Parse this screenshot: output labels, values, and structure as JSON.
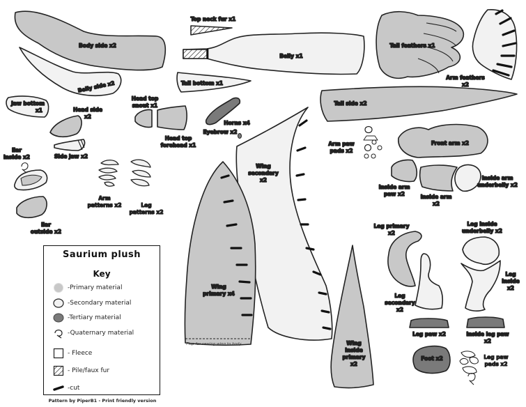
{
  "title": "Saurium plush",
  "key": {
    "heading": "Key",
    "items": [
      {
        "label": "-Primary material",
        "swatch": "primary"
      },
      {
        "label": "-Secondary material",
        "swatch": "secondary"
      },
      {
        "label": "-Tertiary material",
        "swatch": "tertiary"
      },
      {
        "label": "-Quaternary material",
        "swatch": "quaternary"
      },
      {
        "label": "- Fleece",
        "swatch": "fleece"
      },
      {
        "label": "- Pile/faux fur",
        "swatch": "pile"
      },
      {
        "label": "-cut",
        "swatch": "cut"
      }
    ]
  },
  "credit": "Pattern by PiperB1 - Print friendly version",
  "colors": {
    "primary": "#c8c8c8",
    "secondary": "#f2f2f2",
    "tertiary": "#7a7a7a",
    "outline": "#222222"
  },
  "pieces": {
    "body_side": "Body side x2",
    "belly_side": "Belly side x2",
    "top_neck_fur": "Top neck fur x1",
    "belly": "Belly x1",
    "tail_feathers": "Tail feathers x1",
    "arm_feathers": [
      "Arm feathers",
      "x2"
    ],
    "jaw_bottom": [
      "Jaw bottom",
      "x1"
    ],
    "head_side": [
      "Head side",
      "x2"
    ],
    "side_jaw": "Side jaw x2",
    "head_top_snout": [
      "Head top",
      "snout x1"
    ],
    "head_top_forehead": [
      "Head top",
      "forehead x1"
    ],
    "tail_bottom": "Tail bottom x1",
    "horns": "Horns x4",
    "eyebrow": "Eyebrow x2",
    "tail_side": "Tail side x2",
    "arm_paw_pads": [
      "Arm paw",
      "pads x2"
    ],
    "front_arm": "Front arm x2",
    "ear_inside": [
      "Ear",
      "inside x2"
    ],
    "ear_outside": [
      "Ear",
      "outside x2"
    ],
    "arm_patterns": [
      "Arm",
      "patterns x2"
    ],
    "leg_patterns": [
      "Leg",
      "patterns x2"
    ],
    "wing_secondary": [
      "Wing",
      "secondary",
      "x2"
    ],
    "inside_arm_paw": [
      "Inside arm",
      "paw x2"
    ],
    "inside_arm": [
      "Inside arm",
      "x2"
    ],
    "inside_arm_underbelly": [
      "Inside arm",
      "underbelly x2"
    ],
    "wing_primary": [
      "Wing",
      "primary x4"
    ],
    "flap_note": "Flap for sewing wing to body",
    "leg_primary": [
      "Leg primary",
      "x2"
    ],
    "leg_inside_underbelly": [
      "Leg inside",
      "underbelly x2"
    ],
    "leg_inside": [
      "Leg",
      "inside",
      "x2"
    ],
    "leg_secondary": [
      "Leg",
      "secondary",
      "x2"
    ],
    "leg_paw": "Leg paw x2",
    "inside_leg_paw": [
      "Inside leg paw",
      "x2"
    ],
    "wing_inside_primary": [
      "Wing",
      "inside",
      "primary",
      "x2"
    ],
    "foot": "Foot x2",
    "leg_paw_pads": [
      "Leg paw",
      "pads x2"
    ]
  }
}
